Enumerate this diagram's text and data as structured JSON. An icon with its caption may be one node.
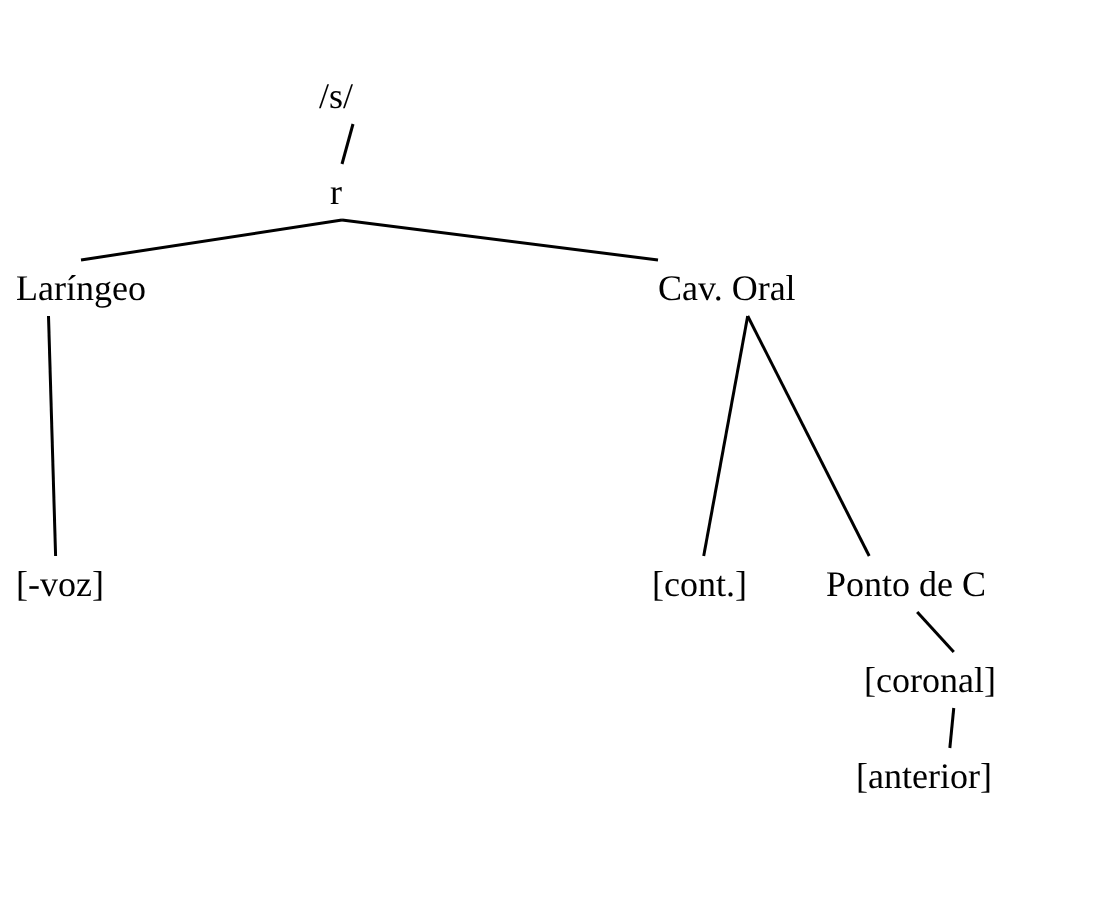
{
  "diagram": {
    "nodes": [
      {
        "text": [
          "/s/"
        ]
      },
      {
        "text": [
          "r"
        ]
      },
      {
        "text": [
          "Laríngeo"
        ]
      },
      {
        "text": [
          "Cav. Oral"
        ]
      },
      {
        "text": [
          "[-voz]"
        ]
      },
      {
        "text": [
          "[cont.]"
        ]
      },
      {
        "text": [
          "Ponto de C"
        ]
      },
      {
        "text": [
          "[coronal]"
        ]
      },
      {
        "text": [
          "[anterior]"
        ]
      }
    ],
    "edges": [
      {
        "from": 0,
        "to": 1,
        "arrow": "none"
      },
      {
        "from": 1,
        "to": 2,
        "arrow": "none"
      },
      {
        "from": 1,
        "to": 3,
        "arrow": "none"
      },
      {
        "from": 2,
        "to": 4,
        "arrow": "none"
      },
      {
        "from": 3,
        "to": 5,
        "arrow": "none"
      },
      {
        "from": 3,
        "to": 6,
        "arrow": "none"
      },
      {
        "from": 6,
        "to": 7,
        "arrow": "none"
      },
      {
        "from": 7,
        "to": 8,
        "arrow": "none"
      }
    ]
  }
}
